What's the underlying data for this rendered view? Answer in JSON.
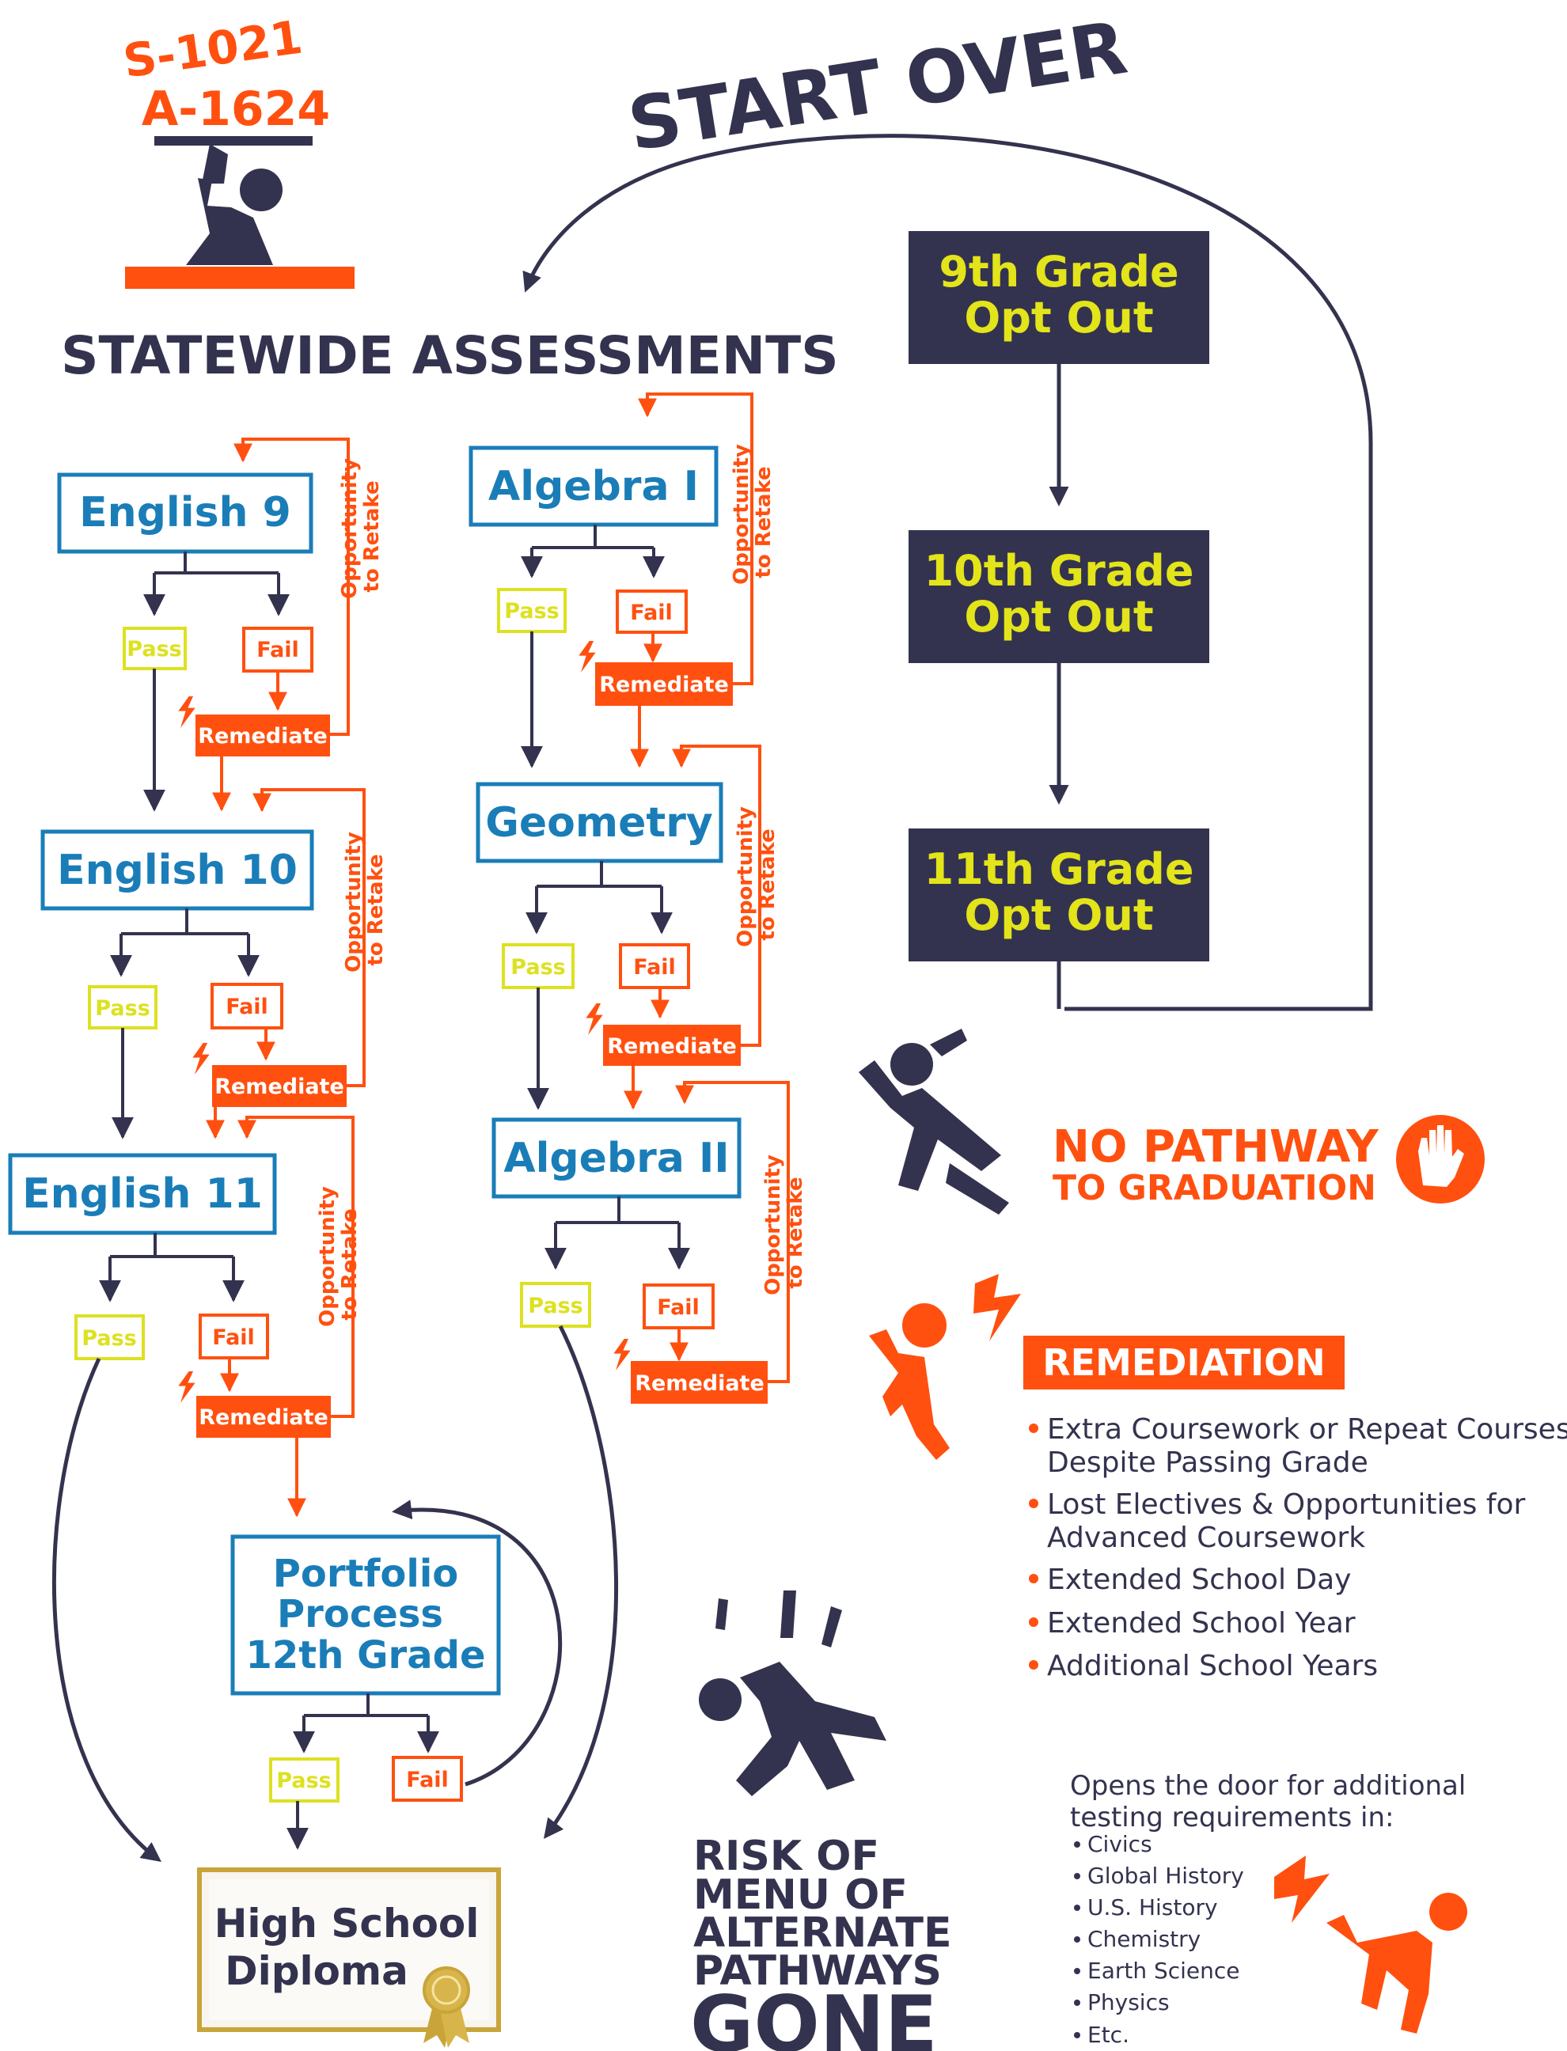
{
  "bill": {
    "line1": "S-1021",
    "line2": "A-1624"
  },
  "start_over": "START OVER",
  "heading": "STATEWIDE ASSESSMENTS",
  "tests": {
    "english9": "English 9",
    "english10": "English 10",
    "english11": "English 11",
    "algebra1": "Algebra I",
    "geometry": "Geometry",
    "algebra2": "Algebra II"
  },
  "outcomes": {
    "pass": "Pass",
    "fail": "Fail",
    "remediate": "Remediate"
  },
  "retake": {
    "line1": "Opportunity",
    "line2": "to Retake"
  },
  "portfolio": {
    "line1": "Portfolio",
    "line2": "Process",
    "line3": "12th Grade"
  },
  "diploma": {
    "line1": "High School",
    "line2": "Diploma"
  },
  "opt_out": {
    "grade9": {
      "line1": "9th Grade",
      "line2": "Opt Out"
    },
    "grade10": {
      "line1": "10th Grade",
      "line2": "Opt Out"
    },
    "grade11": {
      "line1": "11th Grade",
      "line2": "Opt Out"
    }
  },
  "no_pathway": {
    "line1": "NO PATHWAY",
    "line2": "TO GRADUATION"
  },
  "remediation": {
    "title": "REMEDIATION",
    "items": [
      {
        "line1": "Extra Coursework or Repeat Courses",
        "line2": "Despite Passing Grade"
      },
      {
        "line1": "Lost Electives & Opportunities for",
        "line2": "Advanced Coursework"
      },
      {
        "line1": "Extended School Day",
        "line2": ""
      },
      {
        "line1": "Extended School Year",
        "line2": ""
      },
      {
        "line1": "Additional School Years",
        "line2": ""
      }
    ]
  },
  "testing": {
    "intro_line1": "Opens the door for additional",
    "intro_line2": "testing requirements in:",
    "subjects": [
      "Civics",
      "Global History",
      "U.S. History",
      "Chemistry",
      "Earth Science",
      "Physics",
      "Etc."
    ]
  },
  "risk": {
    "line1": "RISK OF",
    "line2": "MENU OF",
    "line3": "ALTERNATE",
    "line4": "PATHWAYS",
    "line5": "GONE"
  },
  "colors": {
    "navy": "#33334f",
    "blue": "#1a7db8",
    "orange": "#ff5010",
    "yellow": "#dde11f",
    "grade_text": "#e3e41a",
    "gold": "#c9a43a"
  },
  "icons": [
    "podium-person-icon",
    "falling-person-icon",
    "stop-hand-icon",
    "lightning-bolt-icon",
    "stressed-person-icon",
    "ribbon-seal-icon",
    "arrow-icon"
  ]
}
